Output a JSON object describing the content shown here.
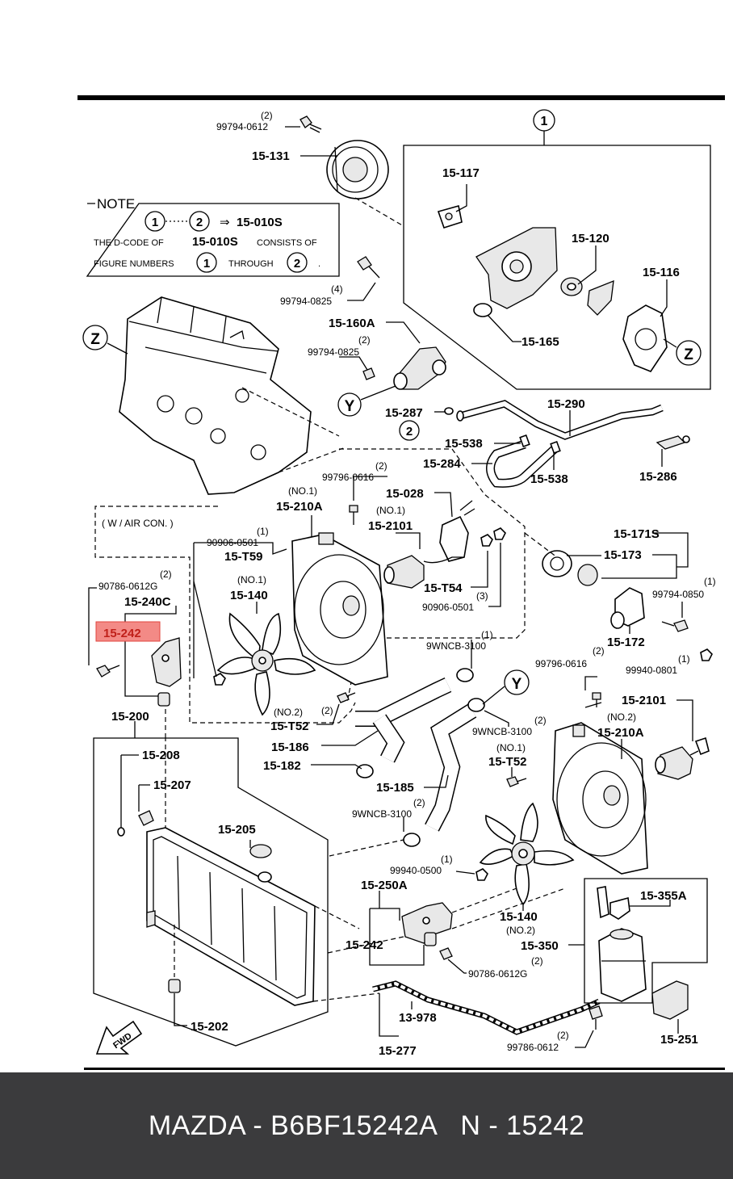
{
  "note": {
    "title": "NOTE",
    "circle1": "1",
    "circle2": "2",
    "arrow": "⇒",
    "code": "15-010S",
    "line2_a": "THE D-CODE OF",
    "line2_code": "15-010S",
    "line2_b": "CONSISTS OF",
    "line3_a": "FIGURE NUMBERS",
    "line3_b": "THROUGH",
    "line3_end": "."
  },
  "markers": {
    "z": "Z",
    "y": "Y",
    "one": "1",
    "two": "2"
  },
  "air_con_label": "( W / AIR  CON. )",
  "highlight": {
    "label": "15-242",
    "color": "#f38a86",
    "border": "#e0443e"
  },
  "labels": {
    "p99794_0612": "99794-0612",
    "q2a": "(2)",
    "p15_131": "15-131",
    "p15_117": "15-117",
    "p15_120": "15-120",
    "p15_116": "15-116",
    "p99794_0825a": "99794-0825",
    "q4": "(4)",
    "p15_165": "15-165",
    "p15_160A": "15-160A",
    "p99794_0825b": "99794-0825",
    "q2b": "(2)",
    "p15_287": "15-287",
    "p15_290": "15-290",
    "p15_538a": "15-538",
    "p15_538b": "15-538",
    "p15_284": "15-284",
    "p15_286": "15-286",
    "p99796_0616a": "99796-0616",
    "q2c": "(2)",
    "p15_028": "15-028",
    "no1a": "(NO.1)",
    "p15_210Aa": "15-210A",
    "no1b": "(NO.1)",
    "p15_2101a": "15-2101",
    "p90906_0501a": "90906-0501",
    "q1a": "(1)",
    "p15_T59": "15-T59",
    "q2d": "(2)",
    "p90786_0612Ga": "90786-0612G",
    "p15_240C": "15-240C",
    "no1c": "(NO.1)",
    "p15_140a": "15-140",
    "p15_T54": "15-T54",
    "q3": "(3)",
    "p90906_0501b": "90906-0501",
    "p15_171S": "15-171S",
    "p15_173": "15-173",
    "q1b": "(1)",
    "p99794_0850": "99794-0850",
    "p15_172": "15-172",
    "q1c": "(1)",
    "p9WNCB_3100a": "9WNCB-3100",
    "q2e": "(2)",
    "p99796_0616b": "99796-0616",
    "q1d": "(1)",
    "p99940_0801": "99940-0801",
    "p15_2101b": "15-2101",
    "p15_200": "15-200",
    "q2f": "(2)",
    "p15_T52a": "15-T52",
    "no2a": "(NO.2)",
    "q2g": "(2)",
    "p9WNCB_3100b": "9WNCB-3100",
    "no2b": "(NO.2)",
    "p15_210Ab": "15-210A",
    "p15_186": "15-186",
    "p15_208": "15-208",
    "p15_182": "15-182",
    "no1d": "(NO.1)",
    "p15_T52b": "15-T52",
    "p15_207": "15-207",
    "p15_185": "15-185",
    "q2h": "(2)",
    "p9WNCB_3100c": "9WNCB-3100",
    "p15_205": "15-205",
    "q1e": "(1)",
    "p99940_0500": "99940-0500",
    "p15_250A": "15-250A",
    "p15_355A": "15-355A",
    "p15_140b": "15-140",
    "no2c": "(NO.2)",
    "p15_242b": "15-242",
    "p15_350": "15-350",
    "q2i": "(2)",
    "p90786_0612Gb": "90786-0612G",
    "p13_978": "13-978",
    "p15_202": "15-202",
    "q2j": "(2)",
    "p99786_0612": "99786-0612",
    "p15_277": "15-277",
    "p15_251": "15-251",
    "fwd": "FWD"
  },
  "footer": "MAZDA - B6BF15242A   N - 15242"
}
